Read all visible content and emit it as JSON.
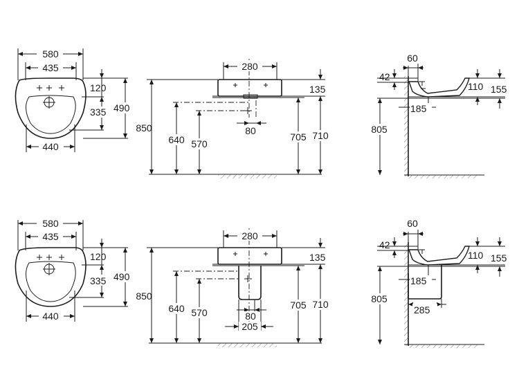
{
  "figures": [
    {
      "id": "wall-hung",
      "top_view": {
        "overall_width": "580",
        "tap_spacing": "435",
        "bowl_width": "440",
        "depth_to_tap": "120",
        "bowl_depth": "335",
        "overall_depth": "490"
      },
      "front_view": {
        "bowl_inner": "280",
        "basin_height": "135",
        "rim_height": "850",
        "waste_height": "640",
        "outlet_height": "570",
        "trap_spacing": "80",
        "bracket_height": "705",
        "top_height": "710"
      },
      "side_view": {
        "wall_offset": "60",
        "back_lip": "42",
        "bowl_depth": "110",
        "overall_depth": "155",
        "fixing_depth": "185",
        "fixing_height": "805"
      }
    },
    {
      "id": "semi-pedestal",
      "top_view": {
        "overall_width": "580",
        "tap_spacing": "435",
        "bowl_width": "440",
        "depth_to_tap": "120",
        "bowl_depth": "335",
        "overall_depth": "490"
      },
      "front_view": {
        "bowl_inner": "280",
        "basin_height": "135",
        "rim_height": "850",
        "waste_height": "640",
        "outlet_height": "570",
        "trap_spacing": "80",
        "pedestal_width": "205",
        "bracket_height": "705",
        "top_height": "710"
      },
      "side_view": {
        "wall_offset": "60",
        "back_lip": "42",
        "bowl_depth": "110",
        "overall_depth": "155",
        "fixing_depth": "185",
        "fixing_height": "805",
        "pedestal_depth": "285"
      }
    }
  ]
}
